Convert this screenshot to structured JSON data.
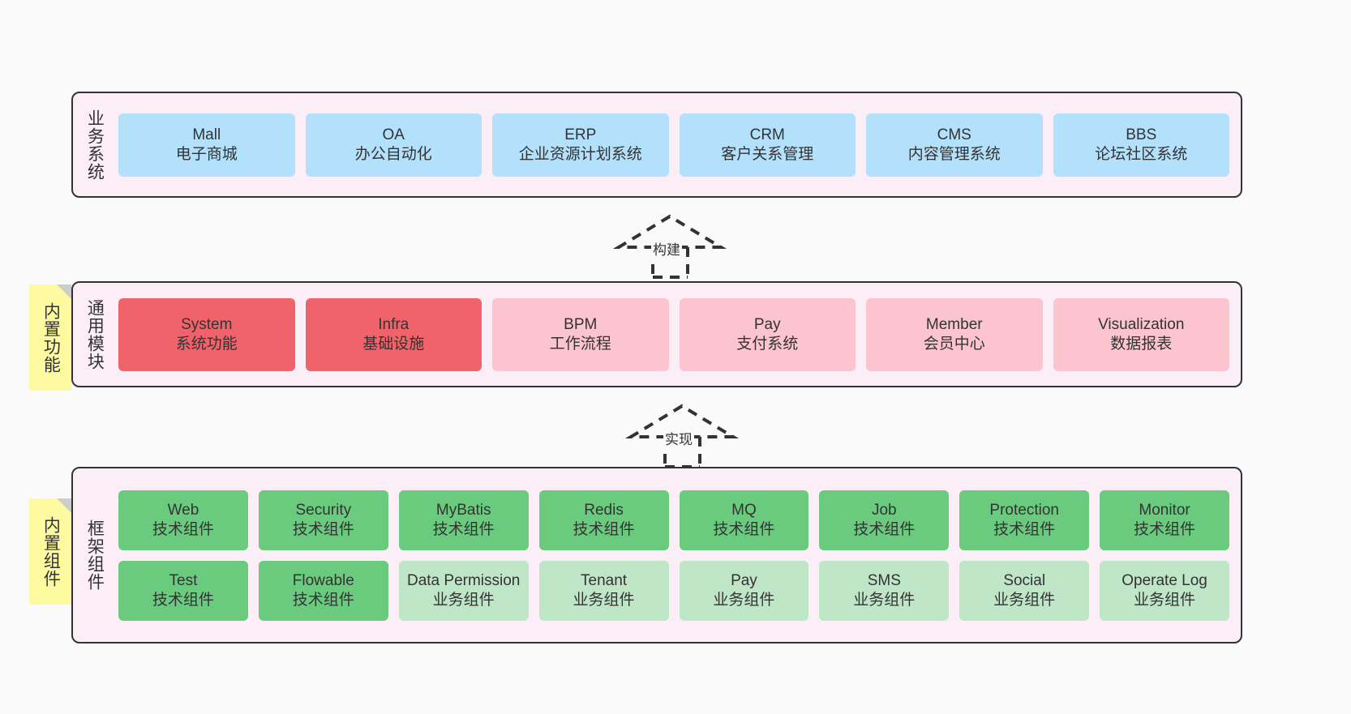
{
  "diagram": {
    "background": "#fafafa",
    "layers": [
      {
        "id": "business",
        "title": "业务系统",
        "panel_color": "#fbeef6",
        "card_color": "#b3e0fb",
        "cards": [
          {
            "name": "Mall",
            "desc": "电子商城"
          },
          {
            "name": "OA",
            "desc": "办公自动化"
          },
          {
            "name": "ERP",
            "desc": "企业资源计划系统"
          },
          {
            "name": "CRM",
            "desc": "客户关系管理"
          },
          {
            "name": "CMS",
            "desc": "内容管理系统"
          },
          {
            "name": "BBS",
            "desc": "论坛社区系统"
          }
        ]
      },
      {
        "id": "common-module",
        "title": "通用模块",
        "panel_color": "#fbeef6",
        "note": "内置功能",
        "note_color": "#fdfaa0",
        "cards": [
          {
            "name": "System",
            "desc": "系统功能",
            "tone": "red"
          },
          {
            "name": "Infra",
            "desc": "基础设施",
            "tone": "red"
          },
          {
            "name": "BPM",
            "desc": "工作流程",
            "tone": "pink"
          },
          {
            "name": "Pay",
            "desc": "支付系统",
            "tone": "pink"
          },
          {
            "name": "Member",
            "desc": "会员中心",
            "tone": "pink"
          },
          {
            "name": "Visualization",
            "desc": "数据报表",
            "tone": "pink"
          }
        ]
      },
      {
        "id": "framework-component",
        "title": "框架组件",
        "panel_color": "#fbeef6",
        "note": "内置组件",
        "note_color": "#fdfaa0",
        "rows": [
          [
            {
              "name": "Web",
              "desc": "技术组件",
              "tone": "green"
            },
            {
              "name": "Security",
              "desc": "技术组件",
              "tone": "green"
            },
            {
              "name": "MyBatis",
              "desc": "技术组件",
              "tone": "green"
            },
            {
              "name": "Redis",
              "desc": "技术组件",
              "tone": "green"
            },
            {
              "name": "MQ",
              "desc": "技术组件",
              "tone": "green"
            },
            {
              "name": "Job",
              "desc": "技术组件",
              "tone": "green"
            },
            {
              "name": "Protection",
              "desc": "技术组件",
              "tone": "green"
            },
            {
              "name": "Monitor",
              "desc": "技术组件",
              "tone": "green"
            }
          ],
          [
            {
              "name": "Test",
              "desc": "技术组件",
              "tone": "green"
            },
            {
              "name": "Flowable",
              "desc": "技术组件",
              "tone": "green"
            },
            {
              "name": "Data Permission",
              "desc": "业务组件",
              "tone": "lightgreen"
            },
            {
              "name": "Tenant",
              "desc": "业务组件",
              "tone": "lightgreen"
            },
            {
              "name": "Pay",
              "desc": "业务组件",
              "tone": "lightgreen"
            },
            {
              "name": "SMS",
              "desc": "业务组件",
              "tone": "lightgreen"
            },
            {
              "name": "Social",
              "desc": "业务组件",
              "tone": "lightgreen"
            },
            {
              "name": "Operate Log",
              "desc": "业务组件",
              "tone": "lightgreen"
            }
          ]
        ]
      }
    ],
    "connectors": [
      {
        "id": "build",
        "label": "构建"
      },
      {
        "id": "implement",
        "label": "实现"
      }
    ]
  }
}
